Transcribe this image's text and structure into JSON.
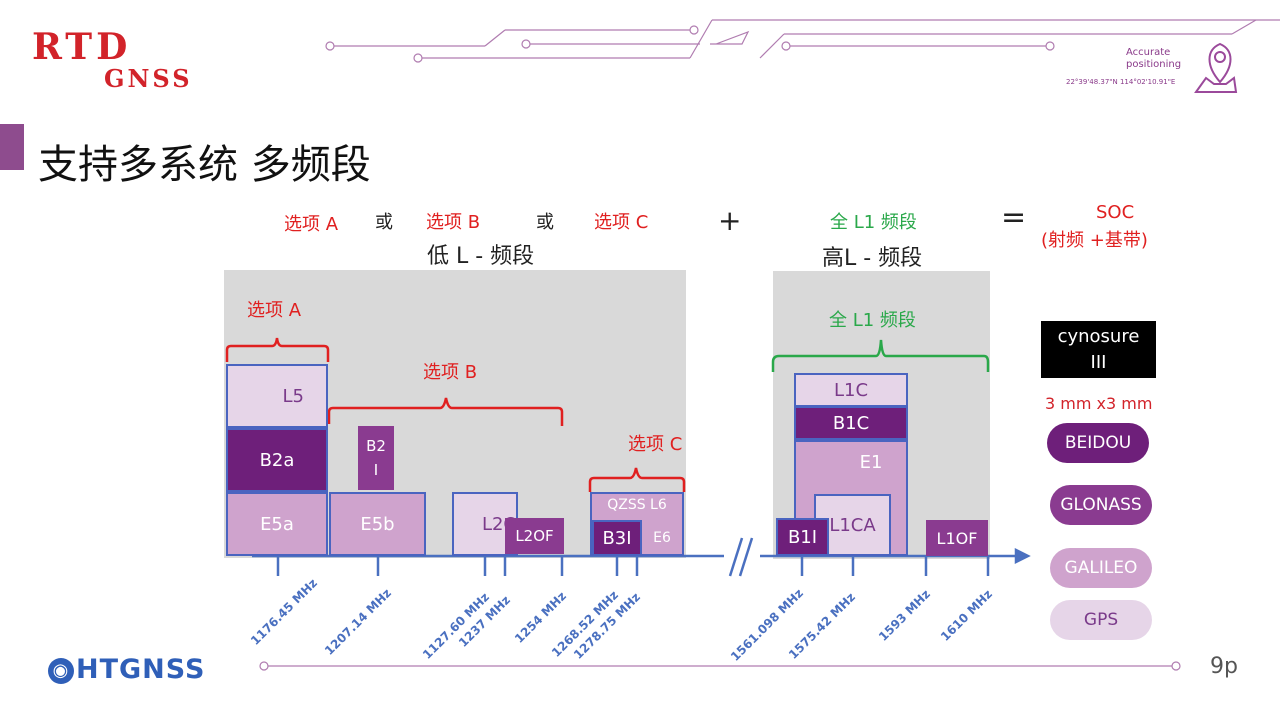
{
  "header": {
    "logo_line1": "RTD",
    "logo_line2": "GNSS",
    "accurate_line1": "Accurate",
    "accurate_line2": "positioning",
    "coords": "22°39'48.37\"N 114°02'10.91\"E"
  },
  "title": "支持多系统 多频段",
  "formula": {
    "option_a": "选项 A",
    "or1": "或",
    "option_b": "选项 B",
    "or2": "或",
    "option_c": "选项 C",
    "plus": "+",
    "full_l1": "全 L1 频段",
    "equals": "=",
    "soc": "SOC",
    "soc_detail": "(射频 +基带)",
    "low_band": "低 L - 频段",
    "high_band": "高L  - 频段"
  },
  "low_panel": {
    "bracket_a": "选项 A",
    "bracket_b": "选项 B",
    "bracket_c": "选项 C",
    "blocks": {
      "l5": "L5",
      "b2a": "B2a",
      "e5a": "E5a",
      "b2i_1": "B2",
      "b2i_2": "I",
      "e5b": "E5b",
      "l2c": "L2C",
      "l2of": "L2OF",
      "qzss": "QZSS L6",
      "b3i": "B3I",
      "e6": "E6"
    }
  },
  "high_panel": {
    "bracket_label": "全 L1 频段",
    "blocks": {
      "l1c": "L1C",
      "b1c": "B1C",
      "e1": "E1",
      "b1i": "B1I",
      "l1ca": "L1CA",
      "l1of": "L1OF"
    }
  },
  "ticks": [
    "1176.45 MHz",
    "1207.14 MHz",
    "1127.60 MHz",
    "1237 MHz",
    "1254 MHz",
    "1268.52 MHz",
    "1278.75 MHz",
    "1561.098 MHz",
    "1575.42 MHz",
    "1593 MHz",
    "1610 MHz"
  ],
  "right": {
    "chip_line1": "cynosure",
    "chip_line2": "III",
    "chip_size": "3 mm x3 mm",
    "systems": [
      "BEIDOU",
      "GLONASS",
      "GALILEO",
      "GPS"
    ]
  },
  "footer": {
    "logo": "HTGNSS",
    "page": "9p"
  },
  "colors": {
    "accent_purple": "#8e4c8e",
    "dark_purple": "#6e1f7a",
    "mid_purple": "#cfa3cd",
    "light_purple": "#e6d5e8",
    "red": "#e02020",
    "green": "#2aa84a",
    "axis_blue": "#4a70c0"
  }
}
